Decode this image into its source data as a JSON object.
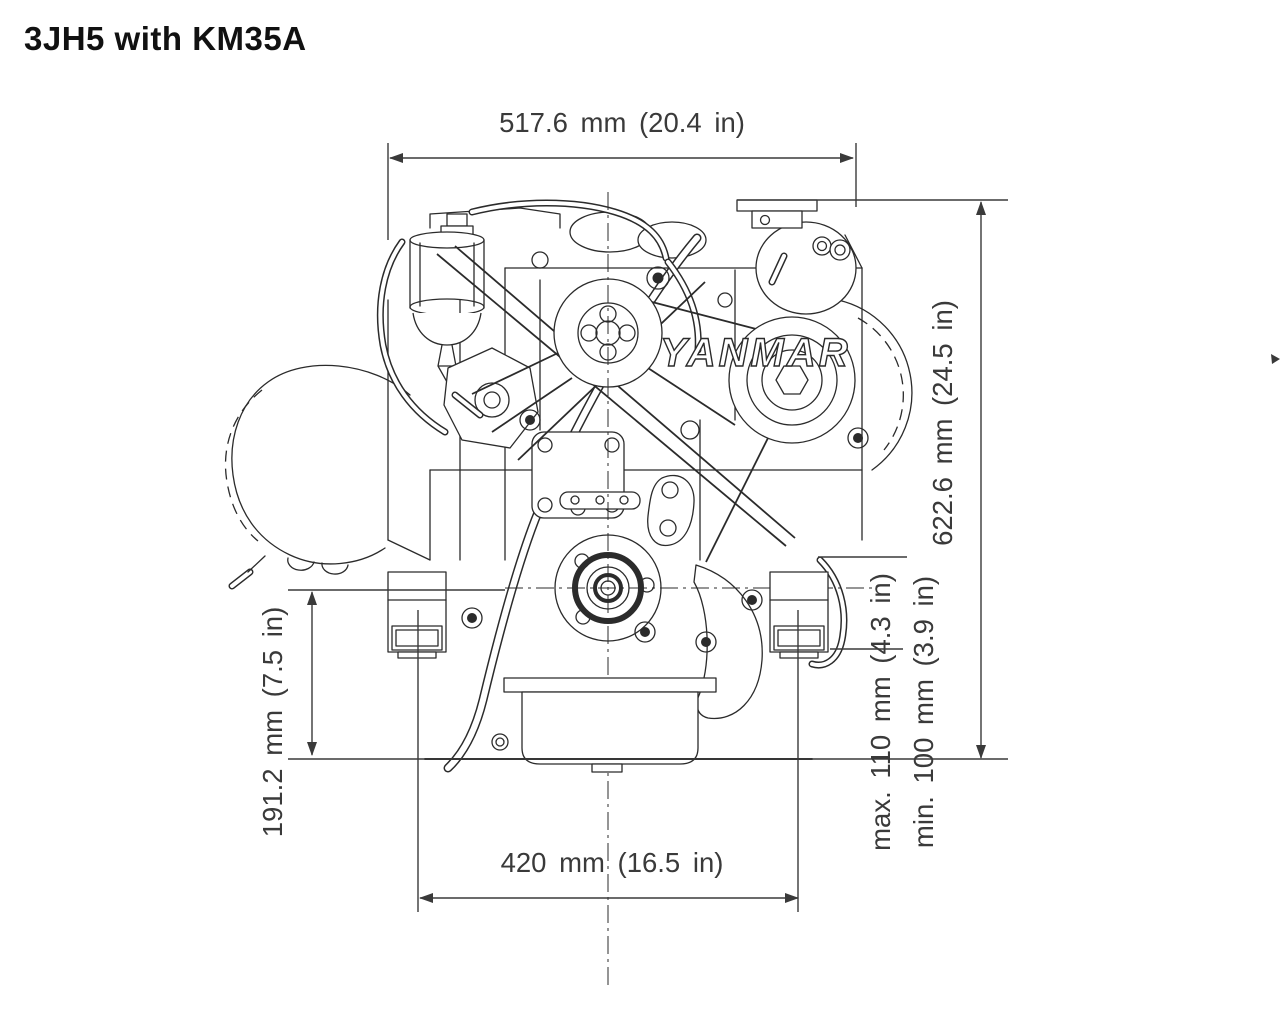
{
  "title": "3JH5 with KM35A",
  "engine": {
    "logo": "YANMAR"
  },
  "dimensions": {
    "overall_width": "517.6 mm (20.4 in)",
    "overall_height": "622.6 mm (24.5 in)",
    "crank_center_height": "191.2 mm (7.5 in)",
    "mount_span": "420 mm (16.5 in)",
    "mount_max": "max. 110 mm (4.3 in)",
    "mount_min": "min. 100 mm (3.9 in)"
  }
}
